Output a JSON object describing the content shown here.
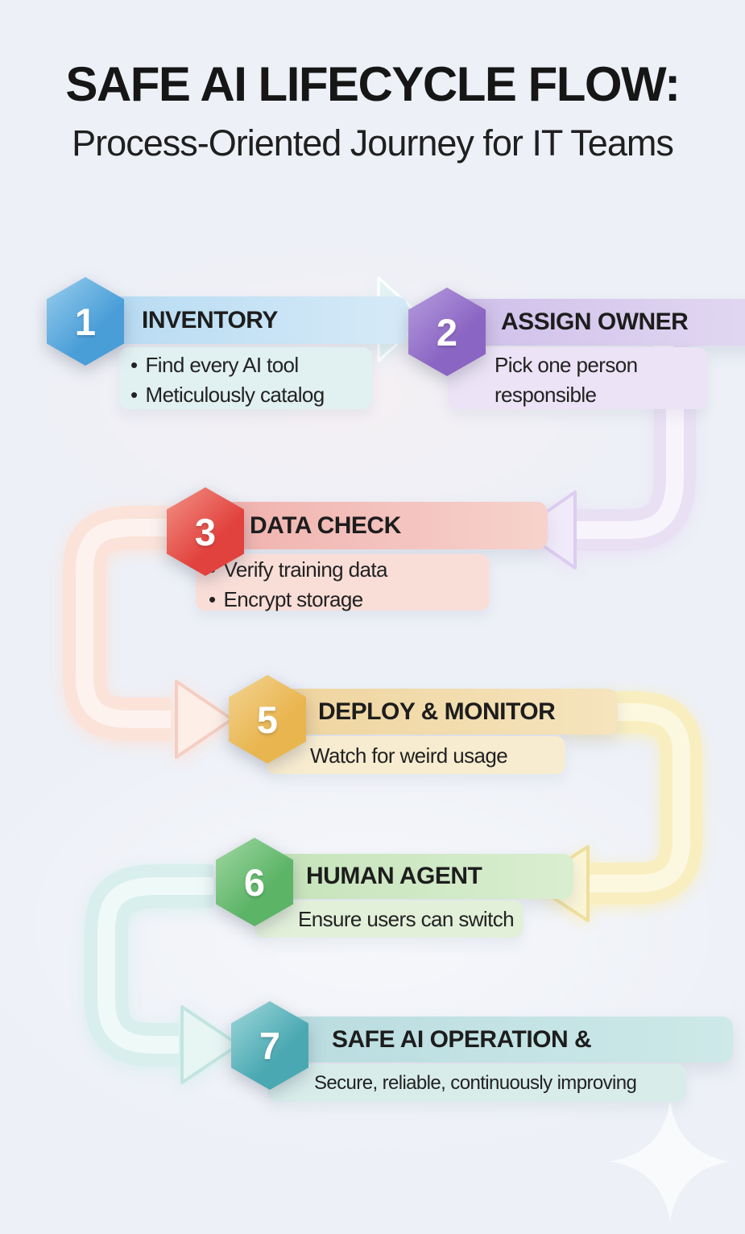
{
  "canvas": {
    "bg": "#edf0f7",
    "titletext": "#161616",
    "bodytext": "#1f1f1f",
    "sparkle": "#ffffff"
  },
  "header": {
    "title": "SAFE AI LIFECYCLE FLOW:",
    "subtitle": "Process-Oriented Journey for IT Teams"
  },
  "steps": [
    {
      "number": "1",
      "title": "INVENTORY",
      "details": [
        "Find every AI tool",
        "Meticulously catalog"
      ],
      "colors": {
        "hex": "#4a9ed8",
        "hex2": "#85c2e8",
        "bar1": "#b7dbf2",
        "bar2": "#d6eaf8",
        "box": "#e1f0f1"
      }
    },
    {
      "number": "2",
      "title": "ASSIGN OWNER",
      "details": [
        "Pick one person responsible"
      ],
      "colors": {
        "hex": "#8a65c3",
        "hex2": "#ab8fd8",
        "bar1": "#cebfe9",
        "bar2": "#e2d8f2",
        "box": "#ece3f6"
      }
    },
    {
      "number": "3",
      "title": "DATA CHECK",
      "details": [
        "Verify training data",
        "Encrypt storage"
      ],
      "colors": {
        "hex": "#e2423e",
        "hex2": "#ee7f74",
        "bar1": "#f0b0ac",
        "bar2": "#f7d2cc",
        "box": "#f9ded8"
      }
    },
    {
      "number": "5",
      "title": "DEPLOY & MONITOR",
      "details": [
        "Watch for weird usage"
      ],
      "colors": {
        "hex": "#e9b54f",
        "hex2": "#f0cc82",
        "bar1": "#efd49e",
        "bar2": "#f5e4bd",
        "box": "#f8ecd0"
      }
    },
    {
      "number": "6",
      "title": "HUMAN AGENT",
      "details": [
        "Ensure users can switch"
      ],
      "colors": {
        "hex": "#5cb467",
        "hex2": "#90cf94",
        "bar1": "#c5e3ba",
        "bar2": "#d9eecf",
        "box": "#e2f0da"
      }
    },
    {
      "number": "7",
      "title": "SAFE AI OPERATION &",
      "details": [
        "Secure, reliable, continuously improving"
      ],
      "colors": {
        "hex": "#4aa8b2",
        "hex2": "#8accd0",
        "bar1": "#b9dce0",
        "bar2": "#cde9e8",
        "box": "#d8ecea"
      }
    }
  ],
  "arrows": [
    {
      "id": "arrow-1-to-2",
      "fill": "#e4f3f5",
      "edge": "#ffffff"
    },
    {
      "id": "arrow-2-to-3",
      "pipe": "#e9e0f4",
      "core": "#f8f4fc",
      "head": "#f1eaf9",
      "headedge": "#dccdf0"
    },
    {
      "id": "arrow-3-to-5",
      "pipe": "#fbe3da",
      "core": "#fdf2ee",
      "head": "#fdeee7",
      "headedge": "#f5cec1"
    },
    {
      "id": "arrow-5-to-6",
      "pipe": "#f8eec0",
      "core": "#fcf8e0",
      "head": "#fbf5d6",
      "headedge": "#eedf9d"
    },
    {
      "id": "arrow-6-to-7",
      "pipe": "#d8efed",
      "core": "#eef9f8",
      "head": "#e7f5f3",
      "headedge": "#c1e5e1"
    }
  ]
}
